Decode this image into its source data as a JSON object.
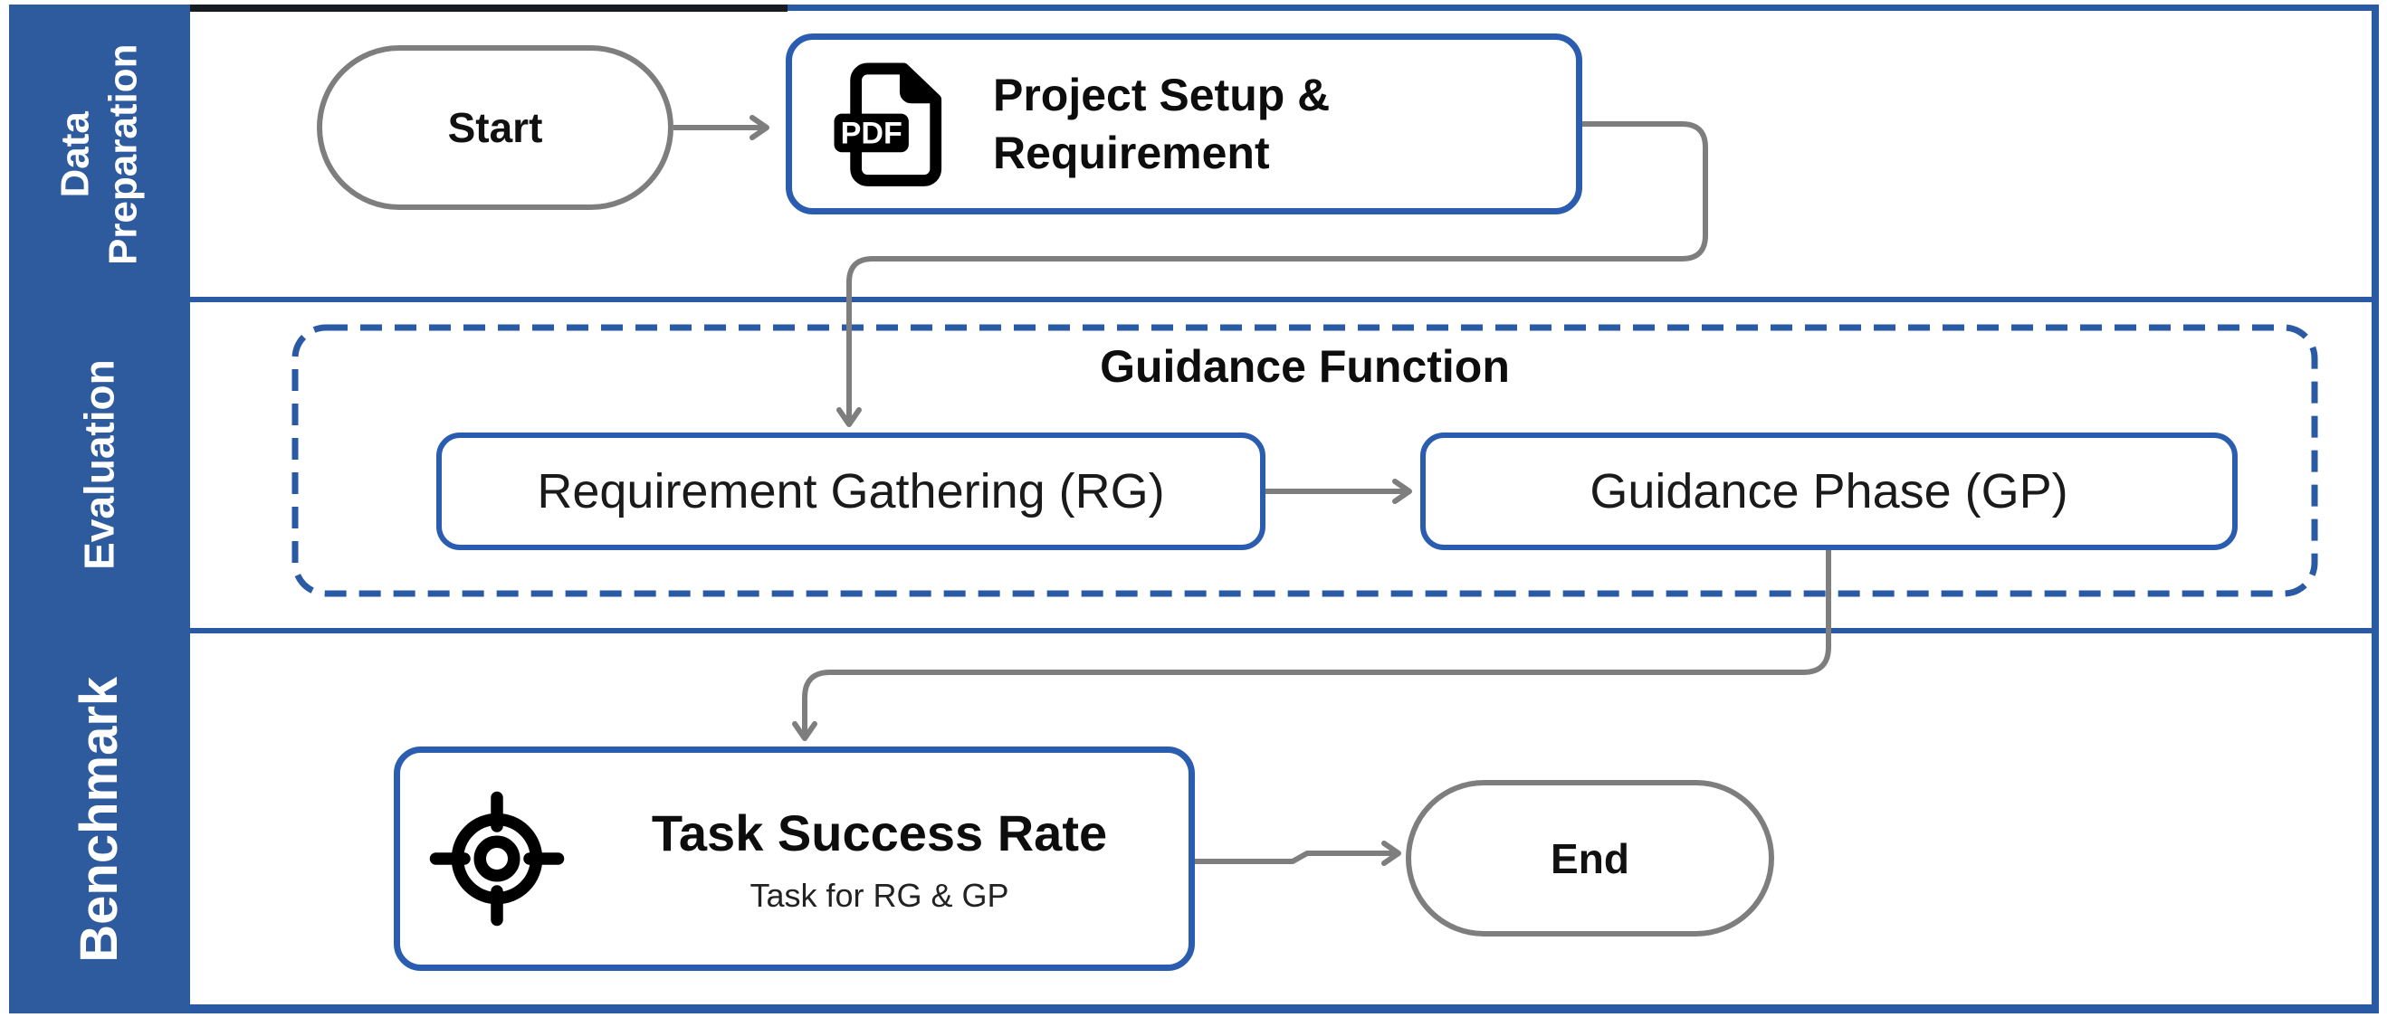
{
  "palette": {
    "accent_blue": "#2B5AA4",
    "node_border_blue": "#2A5DB0",
    "sidebar_blue": "#2E5B9E",
    "connector_gray": "#7E7E7E",
    "text_black": "#111111",
    "label_white": "#FFFFFF"
  },
  "sidebar": {
    "lanes": [
      {
        "name": "data-preparation",
        "lines": [
          "Data",
          "Preparation"
        ]
      },
      {
        "name": "evaluation",
        "lines": [
          "Evaluation"
        ]
      },
      {
        "name": "benchmark",
        "lines": [
          "Benchmark"
        ]
      }
    ]
  },
  "flow": {
    "start": {
      "label": "Start"
    },
    "project_setup": {
      "lines": [
        "Project Setup &",
        "Requirement"
      ],
      "icon": "pdf-file-icon",
      "icon_text": "PDF"
    },
    "guidance_function": {
      "title": "Guidance Function"
    },
    "requirement_gathering": {
      "label": "Requirement Gathering (RG)"
    },
    "guidance_phase": {
      "label": "Guidance Phase (GP)"
    },
    "task_success_rate": {
      "title": "Task Success Rate",
      "subtitle": "Task for RG & GP",
      "icon": "target-icon"
    },
    "end": {
      "label": "End"
    }
  }
}
